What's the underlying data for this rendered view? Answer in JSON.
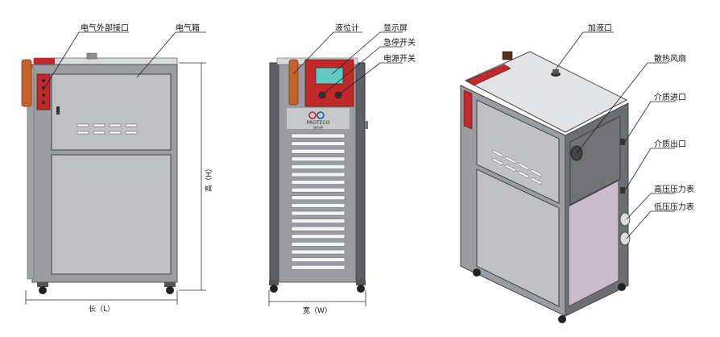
{
  "labels": {
    "front": {
      "electrical_port": "电气外部接口",
      "electrical_box": "电气箱"
    },
    "side": {
      "level_gauge": "液位计",
      "display": "显示屏",
      "emergency_stop": "急停开关",
      "power_switch": "电源开关"
    },
    "iso": {
      "fill_port": "加液口",
      "cooling_fan": "散热风扇",
      "medium_inlet": "介质进口",
      "medium_outlet": "介质出口",
      "high_pressure_gauge": "高压压力表",
      "low_pressure_gauge": "低压压力表"
    }
  },
  "dimensions": {
    "length": "长（L）",
    "height": "高（H）",
    "width": "宽（W）"
  },
  "brand": {
    "logo_text": "PROTECO",
    "logo_subtext": "博尔德"
  },
  "colors": {
    "body_gray": "#9a9da2",
    "panel_gray": "#bfc1c4",
    "dark_frame": "#5d6066",
    "red_accent": "#c0282a",
    "orange_gauge": "#c8622a",
    "display_teal": "#62c9c2",
    "lavender_panel": "#cbbccd"
  }
}
